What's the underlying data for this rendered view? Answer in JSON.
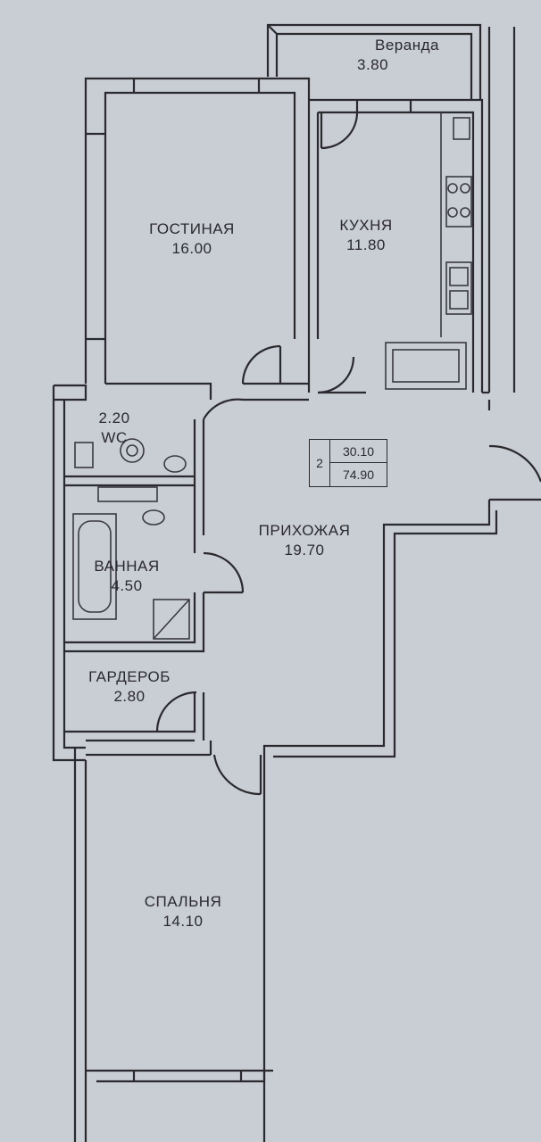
{
  "rooms": {
    "veranda": {
      "name": "Веранда",
      "area": "3.80"
    },
    "living": {
      "name": "ГОСТИНАЯ",
      "area": "16.00"
    },
    "kitchen": {
      "name": "КУХНЯ",
      "area": "11.80"
    },
    "wc": {
      "name": "WC",
      "area": "2.20"
    },
    "hall": {
      "name": "ПРИХОЖАЯ",
      "area": "19.70"
    },
    "bath": {
      "name": "ВАННАЯ",
      "area": "4.50"
    },
    "wardrobe": {
      "name": "ГАРДЕРОБ",
      "area": "2.80"
    },
    "bedroom": {
      "name": "СПАЛЬНЯ",
      "area": "14.10"
    }
  },
  "summary": {
    "room_count": "2",
    "living_area": "30.10",
    "total_area": "74.90"
  },
  "colors": {
    "background": "#c9cdd4",
    "wall": "#2a2a2e",
    "fixture": "#3a3a40"
  }
}
